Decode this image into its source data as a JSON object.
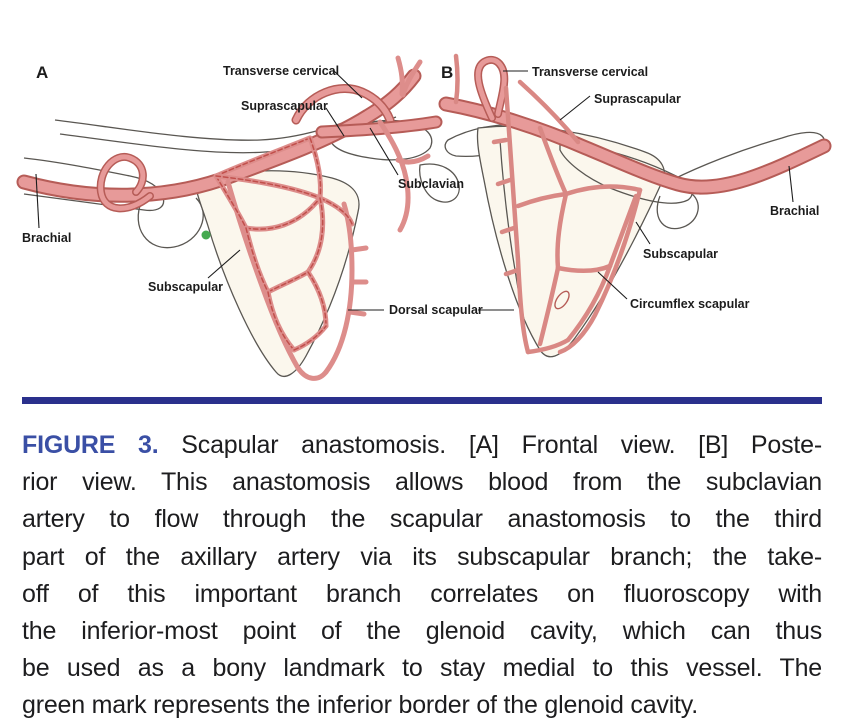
{
  "figure": {
    "panel_a": {
      "letter": "A",
      "labels": {
        "transverse_cervical": "Transverse cervical",
        "suprascapular": "Suprascapular",
        "subclavian": "Subclavian",
        "brachial": "Brachial",
        "subscapular": "Subscapular",
        "dorsal_scapular": "Dorsal scapular"
      }
    },
    "panel_b": {
      "letter": "B",
      "labels": {
        "transverse_cervical": "Transverse cervical",
        "suprascapular": "Suprascapular",
        "brachial": "Brachial",
        "subscapular": "Subscapular",
        "circumflex_scapular": "Circumflex scapular"
      }
    },
    "colors": {
      "artery_fill": "#e79a99",
      "artery_edge": "#b65c57",
      "dashed_vessel": "#c14f4b",
      "bone_outline": "#5a5752",
      "green_mark": "#44a94f",
      "divider_blue": "#2a308c",
      "figure_label_blue": "#3a4fa5"
    }
  },
  "caption": {
    "label": "FIGURE 3.",
    "line1_rest": "Scapular anastomosis. [A] Frontal view. [B] Poste-",
    "line2": "rior view. This anastomosis allows blood from the subclavian",
    "line3": "artery to flow through the scapular anastomosis to the third",
    "line4": "part of the axillary artery via its subscapular branch; the take-",
    "line5": "off of this important branch correlates on fluoroscopy with",
    "line6": "the inferior-most point of the glenoid cavity, which can thus",
    "line7": "be used as a bony landmark to stay medial to this vessel. The",
    "line8": "green mark represents the inferior border of the glenoid cavity."
  }
}
